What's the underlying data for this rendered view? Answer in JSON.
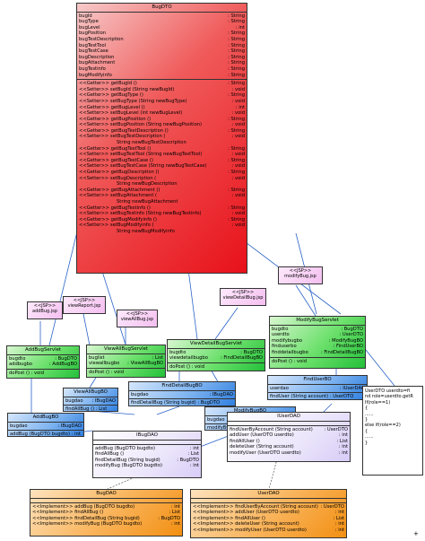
{
  "classes": {
    "bugdto": {
      "name": "BugDTO",
      "attributes": [
        {
          "name": "bugId",
          "type": ": String"
        },
        {
          "name": "bugType",
          "type": ": String"
        },
        {
          "name": "bugLevel",
          "type": ": int"
        },
        {
          "name": "bugPosition",
          "type": ": String"
        },
        {
          "name": "bugTestDescription",
          "type": ": String"
        },
        {
          "name": "bugTestTool",
          "type": ": String"
        },
        {
          "name": "bugTestCase",
          "type": ": String"
        },
        {
          "name": "bugDescription",
          "type": ": String"
        },
        {
          "name": "bugAttachment",
          "type": ": String"
        },
        {
          "name": "bugTestinfo",
          "type": ": String"
        },
        {
          "name": "bugModifyinfo",
          "type": ": String"
        }
      ],
      "methods": [
        {
          "name": "<<Getter>> getBugId ()",
          "type": ": String"
        },
        {
          "name": "<<Setter>> setBugId (String newBugId)",
          "type": ": void"
        },
        {
          "name": "<<Getter>> getBugType ()",
          "type": ": String"
        },
        {
          "name": "<<Setter>> setBugType (String newBugType)",
          "type": ": void"
        },
        {
          "name": "<<Getter>> getBugLevel ()",
          "type": ": int"
        },
        {
          "name": "<<Setter>> setBugLevel (int newBugLevel)",
          "type": ": void"
        },
        {
          "name": "<<Getter>> getBugPosition ()",
          "type": ": String"
        },
        {
          "name": "<<Setter>> setBugPosition (String newBugPosition)",
          "type": ": void"
        },
        {
          "name": "<<Getter>> getBugTestDescription ()",
          "type": ": String"
        },
        {
          "name": "<<Setter>> setBugTestDescription (",
          "type": ": void"
        },
        {
          "name": "String newBugTestDescription",
          "type": "",
          "indent": true
        },
        {
          "name": "<<Getter>> getBugTestTool ()",
          "type": ": String"
        },
        {
          "name": "<<Setter>> setBugTestTool (String newBugTestTool)",
          "type": ": void"
        },
        {
          "name": "<<Getter>> getBugTestCase ()",
          "type": ": String"
        },
        {
          "name": "<<Setter>> setBugTestCase (String newBugTestCase)",
          "type": ": void"
        },
        {
          "name": "<<Getter>> getBugDescription ()",
          "type": ": String"
        },
        {
          "name": "<<Setter>> setBugDescription (",
          "type": ": void"
        },
        {
          "name": "String newBugDescription",
          "type": "",
          "indent": true
        },
        {
          "name": "<<Getter>> getBugAttachment ()",
          "type": ": String"
        },
        {
          "name": "<<Setter>> setBugAttachment (",
          "type": ": void"
        },
        {
          "name": "String newBugAttachment",
          "type": "",
          "indent": true
        },
        {
          "name": "<<Getter>> getBugTestinfo ()",
          "type": ": String"
        },
        {
          "name": "<<Setter>> setBugTestinfo (String newBugTestinfo)",
          "type": ": void"
        },
        {
          "name": "<<Getter>> getBugModifyinfo ()",
          "type": ": String"
        },
        {
          "name": "<<Setter>> setBugModifyinfo (",
          "type": ": void"
        },
        {
          "name": "String newBugModifyinfo",
          "type": "",
          "indent": true
        }
      ]
    },
    "addbugservlet": {
      "name": "AddBugServlet",
      "attributes": [
        {
          "name": "bugdto",
          "type": ": BugDTO"
        },
        {
          "name": "addbugbo",
          "type": ": AddBugBO"
        }
      ],
      "methods": [
        {
          "name": "doPost () : void",
          "type": ""
        }
      ]
    },
    "viewallbugservlet": {
      "name": "ViewAllBugServlet",
      "attributes": [
        {
          "name": "buglist",
          "type": ": List"
        },
        {
          "name": "viewallbugbo",
          "type": ": ViewAllBugBO"
        }
      ],
      "methods": [
        {
          "name": "doPost () : void",
          "type": ""
        }
      ]
    },
    "viewdetailbugservlet": {
      "name": "ViewDetailBugServlet",
      "attributes": [
        {
          "name": "bugdto",
          "type": ": BugDTO"
        },
        {
          "name": "viewdetailbugbo",
          "type": ": FindDetailBugBO"
        }
      ],
      "methods": [
        {
          "name": "doPost () : void",
          "type": ""
        }
      ]
    },
    "modifybugservlet": {
      "name": "ModifyBugServlet",
      "attributes": [
        {
          "name": "bugdto",
          "type": ": BugDTO"
        },
        {
          "name": "userdto",
          "type": ": UserDTO"
        },
        {
          "name": "modifybugbo",
          "type": ": ModifyBugBO"
        },
        {
          "name": "finduserbo",
          "type": ": FindUserBO"
        },
        {
          "name": "finddetailbugbo",
          "type": ": FindDetailBugBO"
        }
      ],
      "methods": [
        {
          "name": "doPost () : void",
          "type": ""
        }
      ]
    },
    "viewallbugbo": {
      "name": "ViewAllBugBO",
      "attributes": [
        {
          "name": "bugdao",
          "type": ": IBugDAO"
        }
      ],
      "methods": [
        {
          "name": "findAllBug () : List",
          "type": ""
        }
      ]
    },
    "finddetailbugbo": {
      "name": "FindDetailBugBO",
      "attributes": [
        {
          "name": "bugdao",
          "type": ": IBugDAO"
        }
      ],
      "methods": [
        {
          "name": "findDetailBug (String bugid) : BugDTO",
          "type": ""
        }
      ]
    },
    "finduserbo": {
      "name": "FindUserBO",
      "attributes": [
        {
          "name": "userdao",
          "type": ": IUserDAO"
        }
      ],
      "methods": [
        {
          "name": "findUser (String account) : UserDTO",
          "type": ""
        }
      ]
    },
    "addbugbo": {
      "name": "AddBugBO",
      "attributes": [
        {
          "name": "bugdao",
          "type": ": IBugDAO"
        }
      ],
      "methods": [
        {
          "name": "addBug (BugDTO bugdto) : int",
          "type": ""
        }
      ]
    },
    "modifybugbo": {
      "name": "ModifyBugBO",
      "attributes": [
        {
          "name": "bugdao",
          "type": ": IBugDAO"
        }
      ],
      "methods": [
        {
          "name": "modifyBug (BugDTO bugdto) : int",
          "type": ""
        }
      ]
    },
    "ibugdao": {
      "name": "IBugDAO",
      "methods": [
        {
          "name": "addBug (BugDTO bugdto)",
          "type": ": int"
        },
        {
          "name": "findAllBug ()",
          "type": ": List"
        },
        {
          "name": "findDetailBug (String bugid)",
          "type": ": BugDTO"
        },
        {
          "name": "modifyBug (BugDTO bugdto)",
          "type": ": int"
        }
      ]
    },
    "iuserdao": {
      "name": "IUserDAO",
      "methods": [
        {
          "name": "findUserByAccount (String account)",
          "type": ": UserDTO"
        },
        {
          "name": "addUser (UserDTO userdto)",
          "type": ": int"
        },
        {
          "name": "findAllUser ()",
          "type": ": List"
        },
        {
          "name": "deleteUser (String account)",
          "type": ": int"
        },
        {
          "name": "modifyUser (UserDTO userdto)",
          "type": ": int"
        }
      ]
    },
    "bugdao": {
      "name": "BugDAO",
      "methods": [
        {
          "name": "<<Implement>> addBug (BugDTO bugdto)",
          "type": ": int"
        },
        {
          "name": "<<Implement>> findAllBug ()",
          "type": ": List"
        },
        {
          "name": "<<Implement>> findDetailBug (String bugid)",
          "type": ": BugDTO"
        },
        {
          "name": "<<Implement>> modifyBug (BugDTO bugdto)",
          "type": ": int"
        }
      ]
    },
    "userdao": {
      "name": "UserDAO",
      "methods": [
        {
          "name": "<<Implement>> findUserByAccount (String account)",
          "type": ": UserDTO"
        },
        {
          "name": "<<Implement>> addUser (UserDTO userdto)",
          "type": ": int"
        },
        {
          "name": "<<Implement>> findAllUser ()",
          "type": ": List"
        },
        {
          "name": "<<Implement>> deleteUser (String account)",
          "type": ": int"
        },
        {
          "name": "<<Implement>> modifyUser (UserDTO userdto)",
          "type": ": int"
        }
      ]
    }
  },
  "jsps": {
    "addbug": {
      "stereo": "<<JSP>>",
      "name": "addBug.jsp"
    },
    "viewreport": {
      "stereo": "<<JSP>>",
      "name": "viewReport.jsp"
    },
    "viewallbug": {
      "stereo": "<<JSP>>",
      "name": "viewAllBug.jsp"
    },
    "viewdetailbug": {
      "stereo": "<<JSP>>",
      "name": "viewDetailBug.jsp"
    },
    "modifybug": {
      "stereo": "<<JSP>>",
      "name": "modifyBug.jsp"
    }
  },
  "note": {
    "lines": [
      "UserDTO userdto=fi",
      "nd role=userdto.getR",
      "If(role==1)",
      "{",
      "......",
      "}",
      "else if(role==2)",
      "{",
      "......",
      "}"
    ]
  },
  "corner_mark": "+"
}
